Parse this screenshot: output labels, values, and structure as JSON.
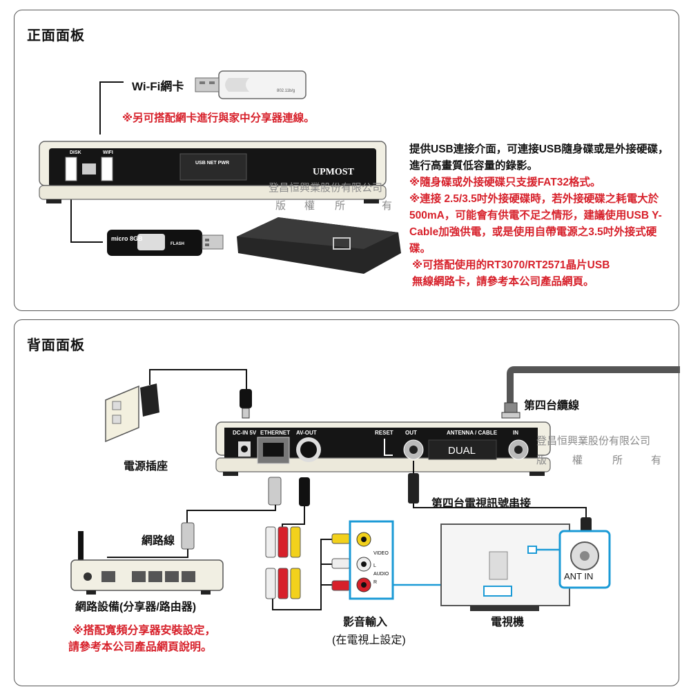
{
  "front": {
    "title": "正面面板",
    "wifi_label": "Wi-Fi網卡",
    "wifi_note": "※另可搭配網卡進行與家中分享器連線。",
    "usb_description": "提供USB連接介面，可連接USB隨身碟或是外接硬碟，進行高畫質低容量的錄影。",
    "usb_notes": [
      "※隨身碟或外接硬碟只支援FAT32格式。",
      "※連接 2.5/3.5吋外接硬碟時，若外接硬碟之耗電大於500mA，可能會有供電不足之情形，建議使用USB Y-Cable加強供電，或是使用自帶電源之3.5吋外接式硬碟。",
      "※可搭配使用的RT3070/RT2571晶片USB無線網路卡，請參考本公司產品網頁。"
    ],
    "device": {
      "disk_label": "DISK",
      "wifi_port_label": "WIFI",
      "display_text": "USB NET PWR",
      "brand": "UPMOST"
    },
    "dongle_text": "802.11b/g",
    "flash": {
      "capacity": "micro 8GB",
      "brand": "FLASH"
    },
    "watermark": {
      "company": "登昌恒興業股份有限公司",
      "rights": [
        "版",
        "權",
        "所",
        "有"
      ]
    }
  },
  "back": {
    "title": "背面面板",
    "power_outlet": "電源插座",
    "cable_tv": "第四台纜線",
    "tv_series": "第四台電視訊號串接",
    "network_cable": "網路線",
    "network_device": "網路設備(分享器/路由器)",
    "network_note": [
      "※搭配寬頻分享器安裝設定，",
      "請參考本公司產品網頁說明。"
    ],
    "av_input": [
      "影音輸入",
      "(在電視上設定)"
    ],
    "tv": "電視機",
    "ant_in": "ANT IN",
    "ports": {
      "dc_in": "DC-IN 5V",
      "ethernet": "ETHERNET",
      "av_out": "AV-OUT",
      "reset": "RESET",
      "out": "OUT",
      "antenna": "ANTENNA / CABLE",
      "in": "IN",
      "dual": "DUAL"
    },
    "av_jacks": {
      "video": "VIDEO",
      "l": "L",
      "audio": "AUDIO",
      "r": "R"
    },
    "watermark": {
      "company": "登昌恒興業股份有限公司",
      "rights": [
        "版",
        "權",
        "所",
        "有"
      ]
    }
  },
  "colors": {
    "red_note": "#d7202a",
    "jack_panel": "#1a9ad6",
    "video": "#f2d11c",
    "audio_l": "#e8e8e8",
    "audio_r": "#d7202a"
  }
}
